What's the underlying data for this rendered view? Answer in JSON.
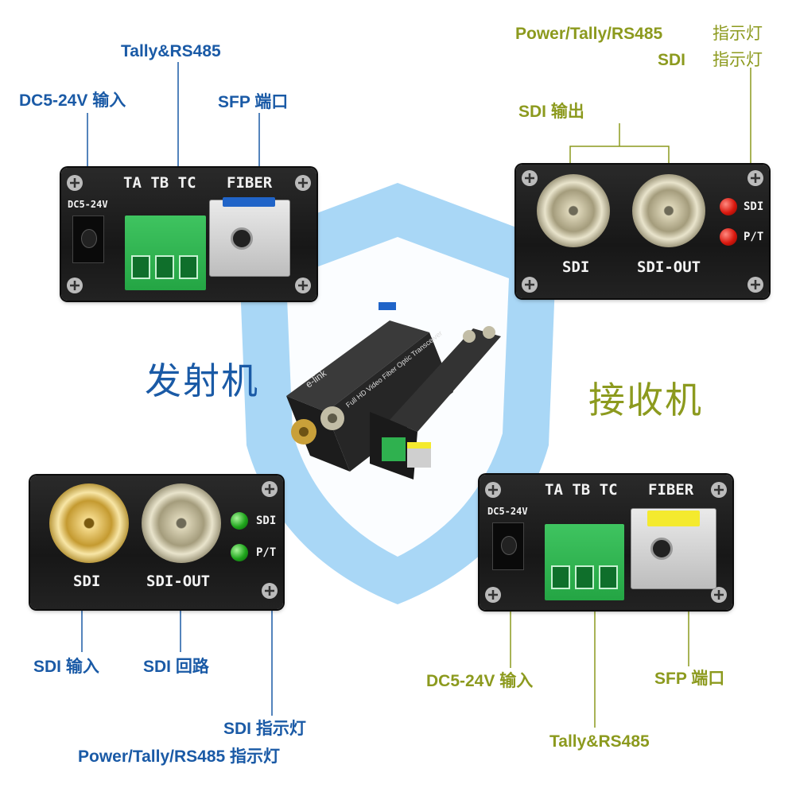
{
  "colors": {
    "transmitter_label": "#1a5aa6",
    "receiver_label": "#8c9a1e",
    "shield": "#7fc0f0",
    "led_red": "#d9180e",
    "led_green": "#1fa51c",
    "terminal": "#2fb14f"
  },
  "transmitter": {
    "title": "发射机",
    "top_panel": {
      "silk": {
        "terminal": "TA TB TC",
        "fiber": "FIBER",
        "dc": "DC5-24V"
      },
      "callouts": {
        "dc_in": "DC5-24V 输入",
        "tally": "Tally&RS485",
        "sfp": "SFP 端口"
      }
    },
    "bottom_panel": {
      "silk": {
        "sdi": "SDI",
        "sdi_out": "SDI-OUT",
        "led_sdi": "SDI",
        "led_pt": "P/T"
      },
      "callouts": {
        "sdi_in": "SDI 输入",
        "sdi_loop": "SDI 回路",
        "sdi_led": "SDI 指示灯",
        "pt_led": "Power/Tally/RS485 指示灯"
      }
    }
  },
  "receiver": {
    "title": "接收机",
    "top_panel": {
      "silk": {
        "sdi": "SDI",
        "sdi_out": "SDI-OUT",
        "led_sdi": "SDI",
        "led_pt": "P/T"
      },
      "callouts": {
        "pt_led_name": "Power/Tally/RS485",
        "sdi_led_name": "SDI",
        "led_suffix": "指示灯",
        "sdi_out": "SDI 输出"
      }
    },
    "bottom_panel": {
      "silk": {
        "terminal": "TA TB TC",
        "fiber": "FIBER",
        "dc": "DC5-24V"
      },
      "callouts": {
        "dc_in": "DC5-24V 输入",
        "sfp": "SFP 端口",
        "tally": "Tally&RS485"
      }
    }
  },
  "device_photo": {
    "brand": "e-link",
    "model": "Full HD Video Fiber Optic Transceiver"
  }
}
